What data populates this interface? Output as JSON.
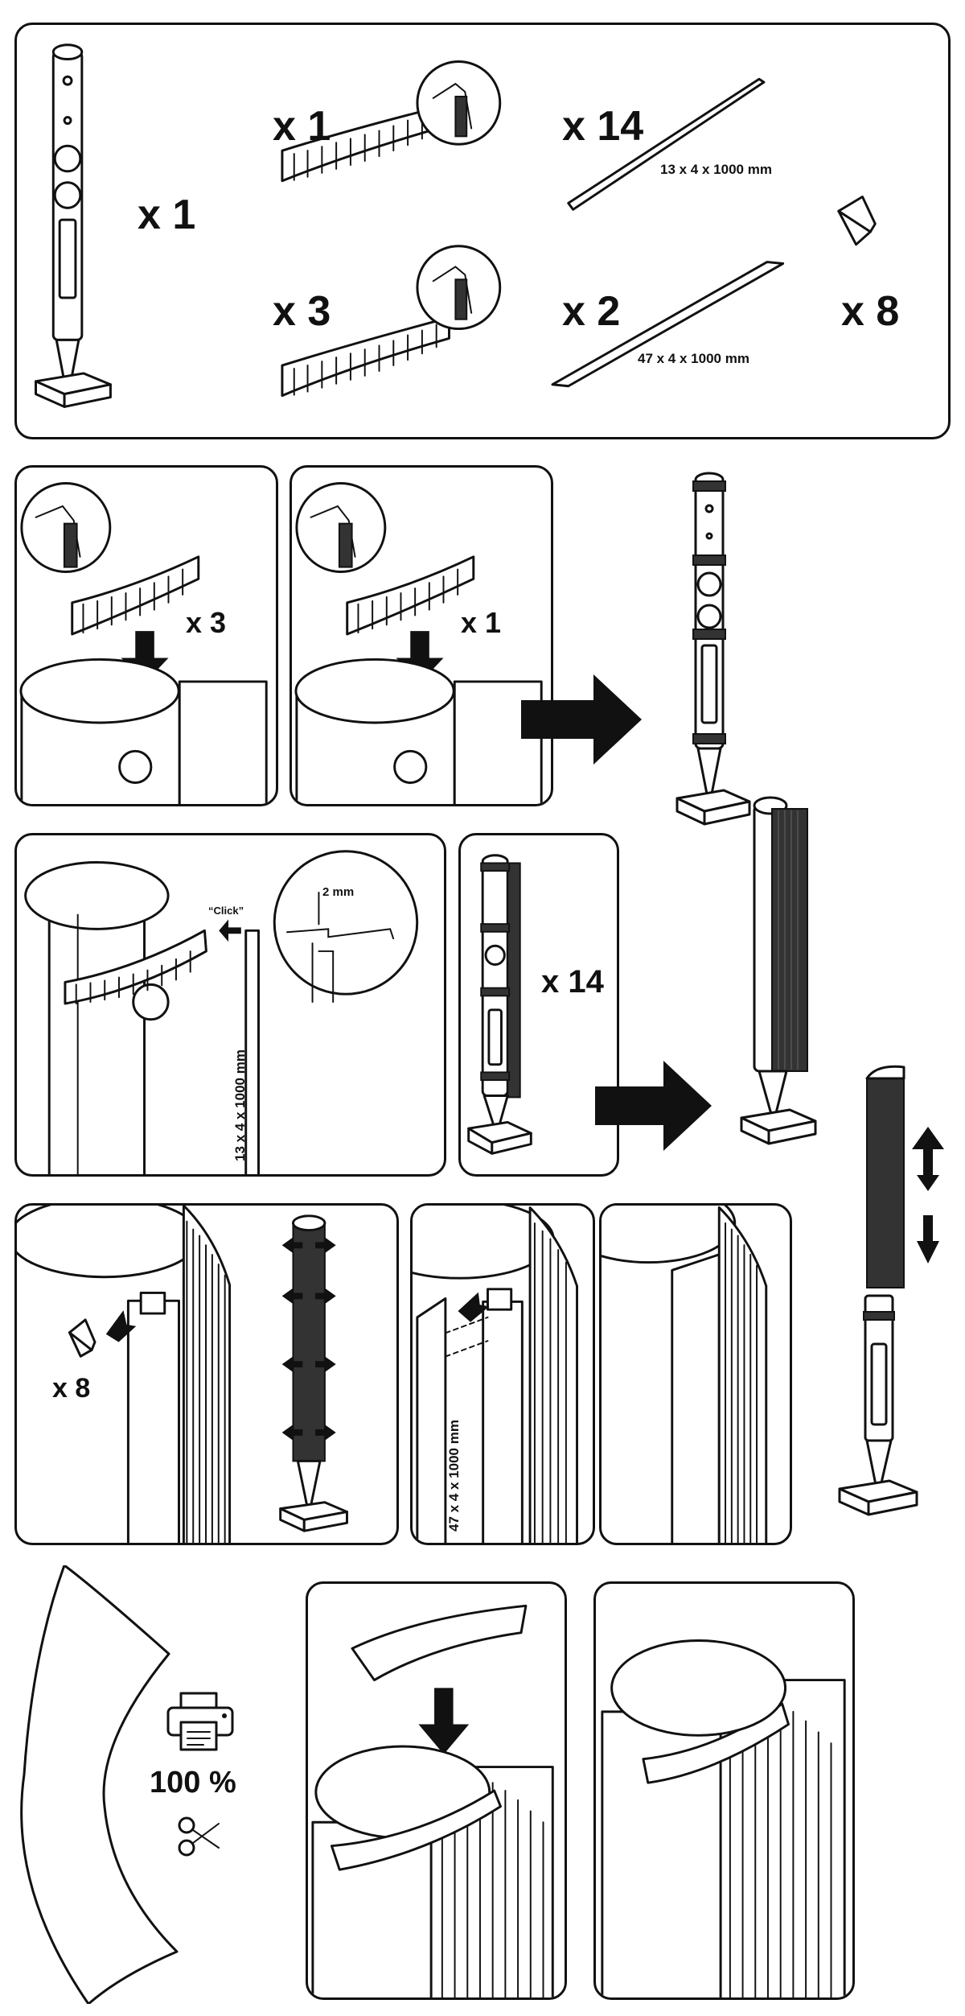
{
  "parts_panel": {
    "speaker_qty": "x 1",
    "clip_end_qty": "x 1",
    "clip_mid_qty": "x 3",
    "slat_thin_qty": "x 14",
    "slat_thin_dim": "13 x 4 x 1000 mm",
    "slat_wide_qty": "x 2",
    "slat_wide_dim": "47 x 4 x 1000 mm",
    "paper_qty": "x 8"
  },
  "step1": {
    "clip_qty": "x 3"
  },
  "step2": {
    "clip_qty": "x 1"
  },
  "step3": {
    "click_label": "“Click”",
    "gap_label": "2 mm",
    "slat_dim": "13 x 4 x 1000 mm"
  },
  "step4": {
    "slat_qty": "x 14"
  },
  "step5": {
    "paper_qty": "x 8"
  },
  "step6": {
    "slat_dim": "47 x 4 x 1000 mm"
  },
  "template": {
    "scale_label": "100 %"
  },
  "icons": [
    "printer-icon",
    "scissors-icon",
    "arrow-right-icon",
    "arrow-down-icon",
    "double-arrow-vertical-icon",
    "magnifier-circle-icon"
  ],
  "colors": {
    "ink": "#111111",
    "background": "#ffffff"
  }
}
